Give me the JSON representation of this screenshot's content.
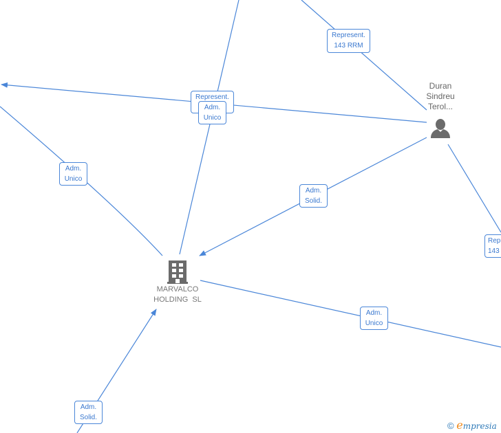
{
  "diagram": {
    "type": "company-relationship-graph",
    "colors": {
      "edge": "#4a86d8",
      "label_text": "#3a78cf",
      "node_icon": "#6b6b6b",
      "node_text": "#777777",
      "watermark_e": "#f08a1c",
      "watermark_text": "#2f7ab8"
    },
    "nodes": [
      {
        "id": "company",
        "type": "company",
        "icon": "building-icon",
        "label_line1": "MARVALCO",
        "label_line2": "HOLDING  SL"
      },
      {
        "id": "person",
        "type": "person",
        "icon": "person-icon",
        "label_line1": "Duran",
        "label_line2": "Sindreu",
        "label_line3": "Terol..."
      }
    ],
    "edge_labels": [
      {
        "id": "rep-143-top",
        "line1": "Represent.",
        "line2": "143 RRM"
      },
      {
        "id": "rep-center",
        "line1": "Represent.",
        "line2": ""
      },
      {
        "id": "adm-unico-center",
        "line1": "Adm.",
        "line2": "Unico"
      },
      {
        "id": "adm-unico-left",
        "line1": "Adm.",
        "line2": "Unico"
      },
      {
        "id": "adm-solid-mid",
        "line1": "Adm.",
        "line2": "Solid."
      },
      {
        "id": "rep-right",
        "line1": "Rep",
        "line2": "143"
      },
      {
        "id": "adm-unico-bottom",
        "line1": "Adm.",
        "line2": "Unico"
      },
      {
        "id": "adm-solid-bottom",
        "line1": "Adm.",
        "line2": "Solid."
      }
    ]
  },
  "watermark": {
    "copyright": "©",
    "brand_initial": "e",
    "brand_rest": "mpresia"
  }
}
